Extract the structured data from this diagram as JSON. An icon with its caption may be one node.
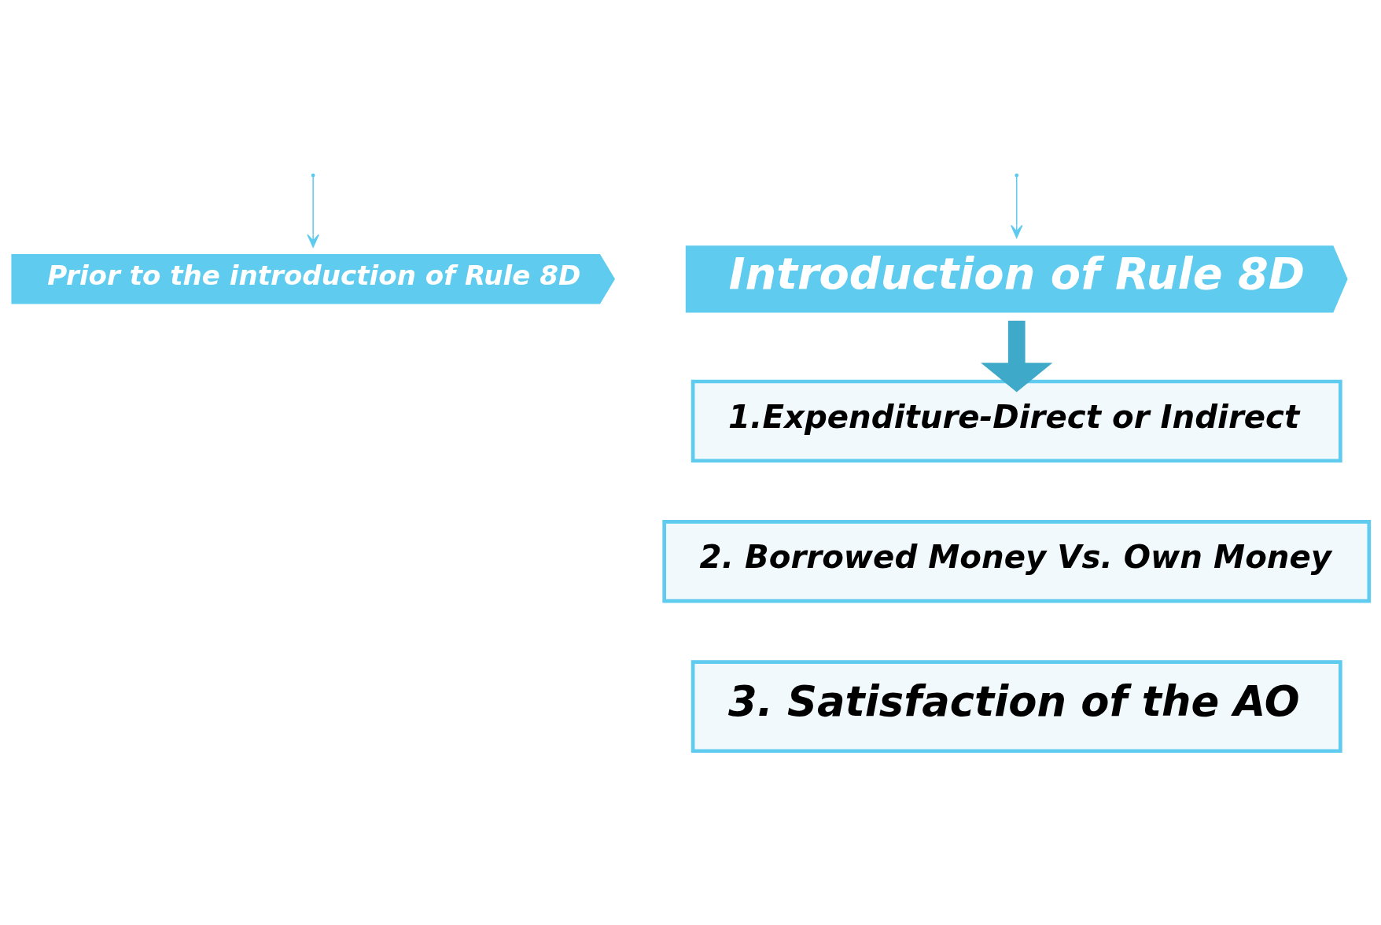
{
  "diagram": {
    "nodes": [
      {
        "text": [
          "Prior to the introduction of Rule 8D"
        ]
      },
      {
        "text": [
          "Introduction of Rule 8D"
        ]
      },
      {
        "text": [
          "1.Expenditure-Direct or Indirect"
        ]
      },
      {
        "text": [
          "2. Borrowed Money Vs. Own Money"
        ]
      },
      {
        "text": [
          "3. Satisfaction of the AO"
        ]
      }
    ],
    "edges": [
      {
        "from": null,
        "to": 0,
        "arrow": "to"
      },
      {
        "from": null,
        "to": 1,
        "arrow": "to"
      },
      {
        "from": 1,
        "to": 2,
        "arrow": "to",
        "style": "thick"
      }
    ]
  }
}
